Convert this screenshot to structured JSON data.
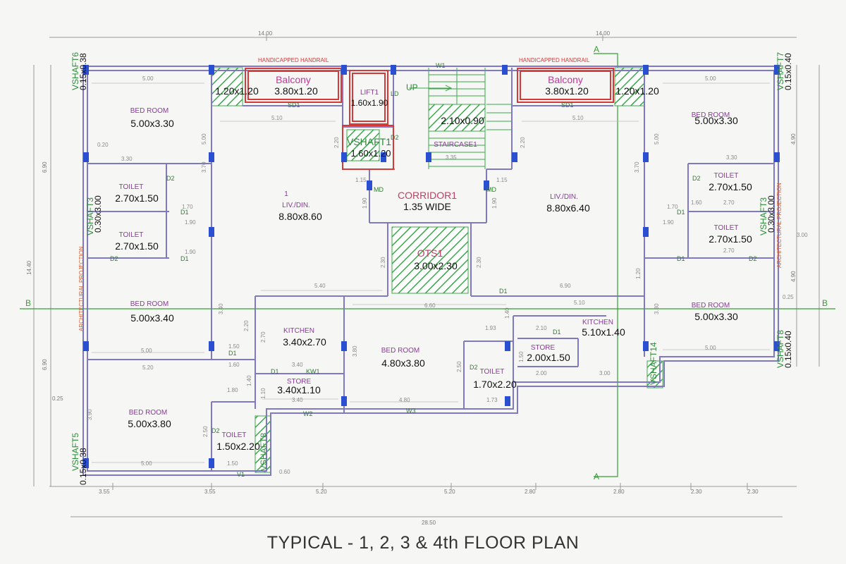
{
  "caption": "TYPICAL - 1, 2, 3 & 4th FLOOR PLAN",
  "colors": {
    "wall": "#7f78c4",
    "dim": "#8a8a8a",
    "room_name": "#8a3a9a",
    "room_size": "#111111",
    "hatch": "#3aa84a",
    "pillar": "#2a4fd0",
    "balcony": "#d33a3a",
    "section": "#33a033"
  },
  "rooms": {
    "bed_tl": {
      "name": "BED ROOM",
      "size": "5.00x3.30"
    },
    "balcony_l_side": {
      "size": "1.20x1.20"
    },
    "balcony_l": {
      "name": "Balcony",
      "size": "3.80x1.20"
    },
    "lift": {
      "name": "LIFT1",
      "size": "1.60x1.90",
      "door": "LD"
    },
    "vshaft1": {
      "name": "VSHAFT1",
      "size": "1.60x1.20"
    },
    "stair": {
      "size": "2.10x0.90",
      "name": "STAIRCASE1",
      "up": "UP"
    },
    "balcony_r": {
      "name": "Balcony",
      "size": "3.80x1.20"
    },
    "balcony_r_side": {
      "size": "1.20x1.20"
    },
    "bed_tr": {
      "name": "BED ROOM",
      "size": "5.00x3.30"
    },
    "toilet_l1": {
      "name": "TOILET",
      "size": "2.70x1.50"
    },
    "toilet_l2": {
      "name": "TOILET",
      "size": "2.70x1.50"
    },
    "liv_l": {
      "num": "1",
      "name": "LIV./DIN.",
      "size": "8.80x8.60"
    },
    "corridor": {
      "name": "CORRIDOR1",
      "size": "1.35 WIDE"
    },
    "liv_r": {
      "name": "LIV./DIN.",
      "size": "8.80x6.40"
    },
    "toilet_r1": {
      "name": "TOILET",
      "size": "2.70x1.50"
    },
    "toilet_r2": {
      "name": "TOILET",
      "size": "2.70x1.50"
    },
    "ots": {
      "name": "OTS1",
      "size": "3.00x2.30"
    },
    "bed_ml": {
      "name": "BED ROOM",
      "size": "5.00x3.40"
    },
    "kitchen_l": {
      "name": "KITCHEN",
      "size": "3.40x2.70"
    },
    "bed_c": {
      "name": "BED ROOM",
      "size": "4.80x3.80"
    },
    "store_r": {
      "name": "STORE",
      "size": "2.00x1.50"
    },
    "kitchen_r": {
      "name": "KITCHEN",
      "size": "5.10x1.40"
    },
    "bed_mr": {
      "name": "BED ROOM",
      "size": "5.00x3.30"
    },
    "store_l": {
      "name": "STORE",
      "size": "3.40x1.10"
    },
    "toilet_c": {
      "name": "TOILET",
      "size": "1.70x2.20"
    },
    "bed_bl": {
      "name": "BED ROOM",
      "size": "5.00x3.80"
    },
    "toilet_b": {
      "name": "TOILET",
      "size": "1.50x2.20"
    }
  },
  "shafts": {
    "tl": {
      "name": "VSHAFT6",
      "size": "0.15x0.38"
    },
    "tr": {
      "name": "VSHAFT7",
      "size": "0.15x0.40"
    },
    "l_mid": {
      "name": "VSHAFT3",
      "size": "0.30x3.00"
    },
    "r_mid": {
      "name": "VSHAFT3",
      "size": "0.30x3.00"
    },
    "r_low": {
      "name": "VSHAFT8",
      "size": "0.15x0.40"
    },
    "bl": {
      "name": "VSHAFT5",
      "size": "0.15x0.38"
    },
    "bottom": {
      "name": "VSHAFT8"
    },
    "r14": {
      "name": "VSHAFT14"
    }
  },
  "notes": {
    "handrail": "HANDICAPPED HANDRAIL",
    "arch_proj": "ARCHITECTURAL PROJECTION",
    "section_a": "A",
    "section_b": "B"
  },
  "doors": [
    "D2",
    "D1",
    "D2",
    "D1",
    "D1",
    "D2",
    "D1",
    "D2",
    "D1",
    "D2",
    "D1",
    "D2",
    "MD",
    "MD",
    "SD1",
    "SD1",
    "D1",
    "KW1",
    "W1",
    "W3",
    "W2",
    "V1",
    "D1"
  ],
  "dims": {
    "top": [
      "14.00",
      "14.00"
    ],
    "bottom": [
      "3.55",
      "3.55",
      "5.20",
      "5.20",
      "2.80",
      "2.80",
      "2.30",
      "2.30"
    ],
    "overall": "28.50",
    "left": [
      "6.90",
      "14.40",
      "6.90",
      "0.25"
    ],
    "right": [
      "4.90",
      "4.90"
    ],
    "inner": [
      "5.00",
      "5.10",
      "5.10",
      "5.00",
      "3.30",
      "3.30",
      "1.70",
      "1.70",
      "1.90",
      "1.90",
      "1.90",
      "2.70",
      "2.70",
      "5.40",
      "6.90",
      "6.60",
      "5.10",
      "5.00",
      "5.00",
      "5.20",
      "1.80",
      "1.60",
      "1.50",
      "3.40",
      "3.40",
      "4.80",
      "1.73",
      "2.10",
      "2.00",
      "3.00",
      "1.50",
      "5.00",
      "0.60",
      "3.70",
      "3.70",
      "5.00",
      "5.00",
      "2.20",
      "2.20",
      "1.15",
      "1.15",
      "1.90",
      "1.90",
      "2.30",
      "2.30",
      "3.35",
      "3.40",
      "3.30",
      "3.80",
      "2.50",
      "2.50",
      "1.40",
      "1.40",
      "1.20",
      "2.70",
      "2.20",
      "1.10",
      "1.50",
      "3.90",
      "0.20",
      "0.25",
      "1.93",
      "3.00",
      "1.60"
    ]
  }
}
